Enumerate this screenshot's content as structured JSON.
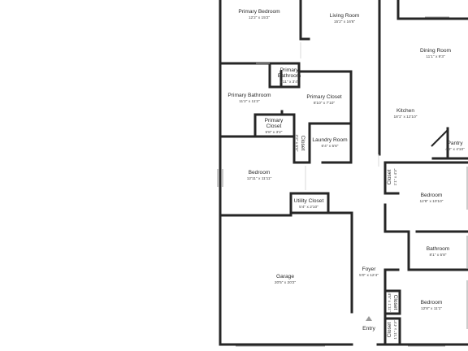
{
  "rooms": [
    {
      "key": "primary_bedroom",
      "name": "Primary Bedroom",
      "dims": "12'2\" x 15'2\""
    },
    {
      "key": "living_room",
      "name": "Living Room",
      "dims": "15'2\" x 16'6\""
    },
    {
      "key": "dining_room",
      "name": "Dining Room",
      "dims": "11'1\" x 9'3\""
    },
    {
      "key": "primary_bathroom_small",
      "name_line1": "Primary",
      "name_line2": "Bathroom",
      "dims": "5'11\" x 3'4\""
    },
    {
      "key": "primary_bathroom",
      "name": "Primary Bathroom",
      "dims": "11'2\" x 11'2\""
    },
    {
      "key": "primary_closet_large",
      "name": "Primary Closet",
      "dims": "8'10\" x 7'10\""
    },
    {
      "key": "kitchen",
      "name": "Kitchen",
      "dims": "18'1\" x 12'10\""
    },
    {
      "key": "primary_closet_small",
      "name_line1": "Primary",
      "name_line2": "Closet",
      "dims": "5'8\" x 3'2\""
    },
    {
      "key": "closet_vertical",
      "name": "Closet",
      "dims": "2'2\" x 5'6\""
    },
    {
      "key": "laundry_room",
      "name": "Laundry Room",
      "dims": "6'4\" x 5'6\""
    },
    {
      "key": "pantry",
      "name": "Pantry",
      "dims": "4'6\" x 4'10\""
    },
    {
      "key": "bedroom_west",
      "name": "Bedroom",
      "dims": "12'11\" x 11'11\""
    },
    {
      "key": "closet_east_upper",
      "name": "Closet",
      "dims": "1'1\" x 4'3\""
    },
    {
      "key": "bedroom_east_upper",
      "name": "Bedroom",
      "dims": "12'8\" x 10'10\""
    },
    {
      "key": "utility_closet",
      "name": "Utility Closet",
      "dims": "5'4\" x 2'10\""
    },
    {
      "key": "bathroom",
      "name": "Bathroom",
      "dims": "8'1\" x 5'8\""
    },
    {
      "key": "garage",
      "name": "Garage",
      "dims": "20'5\" x 20'2\""
    },
    {
      "key": "foyer",
      "name": "Foyer",
      "dims": "5'0\" x 12'4\""
    },
    {
      "key": "bedroom_east_lower",
      "name": "Bedroom",
      "dims": "12'8\" x 11'1\""
    },
    {
      "key": "closet_east_lower",
      "name": "Closet",
      "dims": "4'5\" x 1'11\""
    },
    {
      "key": "closet_east_bottom",
      "name": "Closet",
      "dims": "1'11\" x 4'3\""
    }
  ],
  "entry_label": "Entry"
}
